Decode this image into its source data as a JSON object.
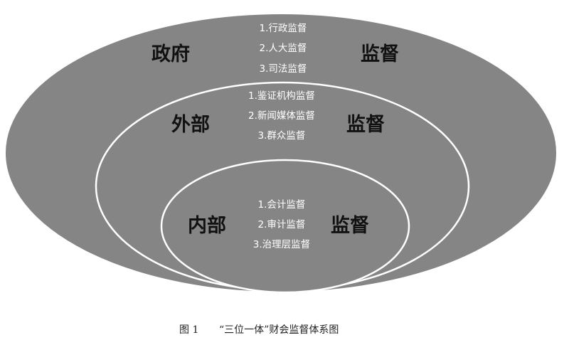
{
  "colors": {
    "ellipse_fill": "#858585",
    "ellipse_stroke": "#ffffff",
    "label_dark": "#111111",
    "label_light": "#ffffff"
  },
  "outer": {
    "left_label": "政府",
    "right_label": "监督",
    "items": [
      "1.行政监督",
      "2.人大监督",
      "3.司法监督"
    ]
  },
  "middle": {
    "left_label": "外部",
    "right_label": "监督",
    "items": [
      "1.鉴证机构监督",
      "2.新闻媒体监督",
      "3.群众监督"
    ]
  },
  "inner": {
    "left_label": "内部",
    "right_label": "监督",
    "items": [
      "1.会计监督",
      "2.审计监督",
      "3.治理层监督"
    ]
  },
  "caption": {
    "figure_no": "图 1",
    "title": "“三位一体”财会监督体系图"
  }
}
